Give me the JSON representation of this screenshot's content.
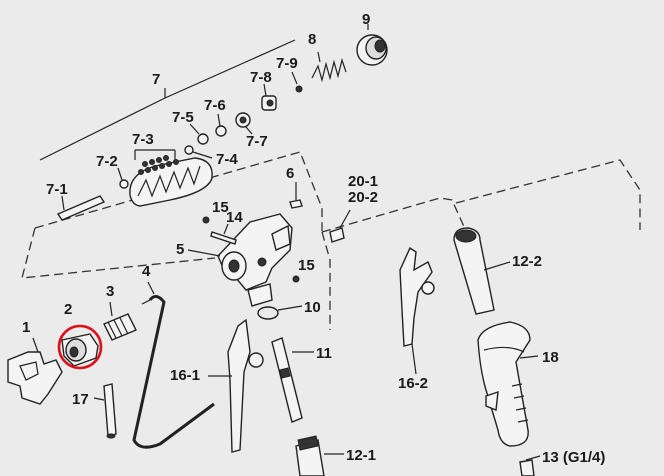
{
  "labels": {
    "p1": "1",
    "p2": "2",
    "p3": "3",
    "p4": "4",
    "p5": "5",
    "p6": "6",
    "p7": "7",
    "p7_1": "7-1",
    "p7_2": "7-2",
    "p7_3": "7-3",
    "p7_4": "7-4",
    "p7_5": "7-5",
    "p7_6": "7-6",
    "p7_7": "7-7",
    "p7_8": "7-8",
    "p7_9": "7-9",
    "p8": "8",
    "p9": "9",
    "p10": "10",
    "p11": "11",
    "p12_1": "12-1",
    "p12_2": "12-2",
    "p13": "13 (G1/4)",
    "p14": "14",
    "p15a": "15",
    "p15b": "15",
    "p16_1": "16-1",
    "p16_2": "16-2",
    "p17": "17",
    "p18": "18",
    "p20_1": "20-1",
    "p20_2": "20-2"
  },
  "highlight": {
    "part": "2",
    "color": "#e0101a"
  },
  "colors": {
    "background": "#ebebeb",
    "ink": "#222222"
  }
}
